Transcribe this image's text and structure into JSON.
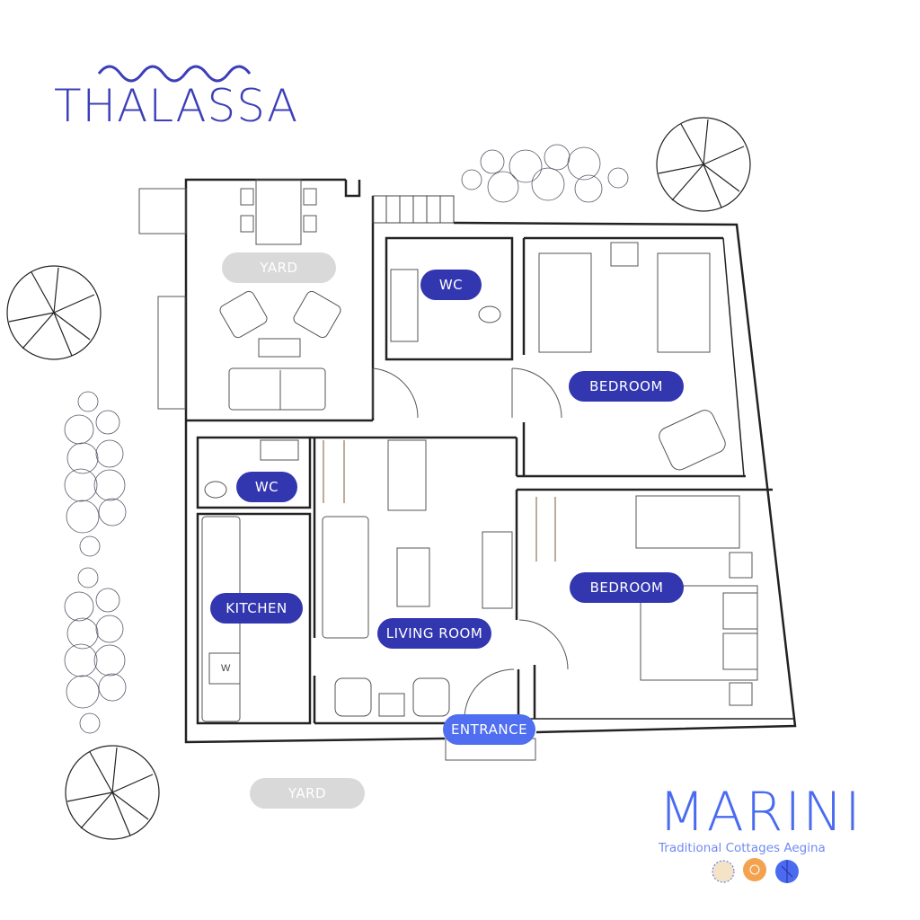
{
  "brand_top": {
    "name": "THALASSA"
  },
  "brand_bottom": {
    "name": "MARINI",
    "tagline": "Traditional Cottages Aegina"
  },
  "rooms": {
    "yard_top": "YARD",
    "wc_top": "WC",
    "bedroom_1": "BEDROOM",
    "wc_small": "WC",
    "kitchen": "KITCHEN",
    "living_room": "LIVING ROOM",
    "bedroom_2": "BEDROOM",
    "entrance": "ENTRANCE",
    "yard_bottom": "YARD"
  },
  "fixtures": {
    "washer": "W"
  },
  "colors": {
    "room_label": "#3236AF",
    "entrance_label": "#4F6EF0",
    "yard_label": "#D9D9D9",
    "brand": "#3C3FB8"
  }
}
